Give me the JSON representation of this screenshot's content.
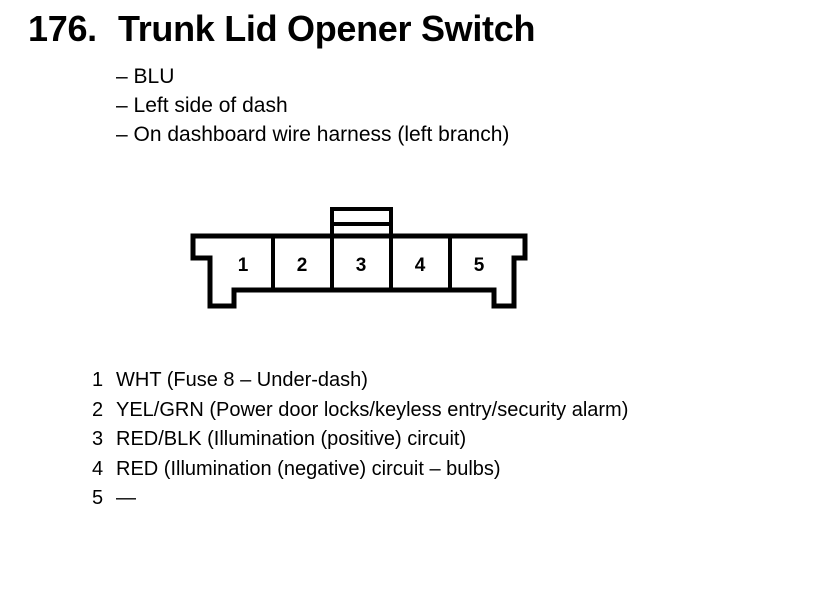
{
  "title": {
    "number": "176.",
    "text": "Trunk Lid Opener Switch"
  },
  "details": [
    "– BLU",
    "– Left side of dash",
    "– On dashboard wire harness (left branch)"
  ],
  "connector": {
    "cavities": [
      "1",
      "2",
      "3",
      "4",
      "5"
    ]
  },
  "pins": [
    {
      "pin": "1",
      "desc": "WHT (Fuse 8 – Under-dash)"
    },
    {
      "pin": "2",
      "desc": "YEL/GRN (Power door locks/keyless entry/security alarm)"
    },
    {
      "pin": "3",
      "desc": "RED/BLK (Illumination (positive) circuit)"
    },
    {
      "pin": "4",
      "desc": "RED (Illumination (negative) circuit – bulbs)"
    },
    {
      "pin": "5",
      "desc": "—"
    }
  ]
}
